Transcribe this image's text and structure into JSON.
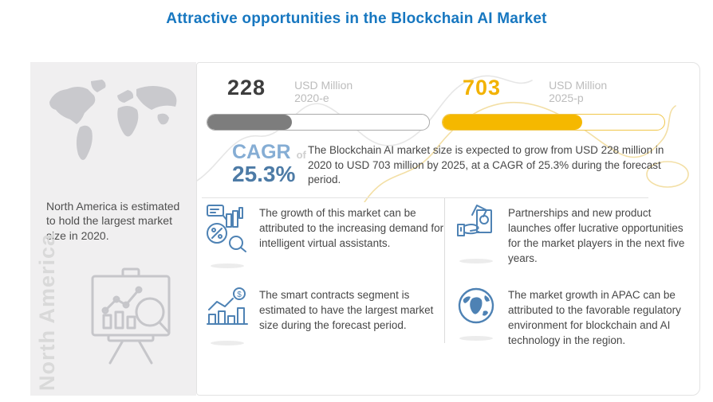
{
  "page": {
    "title": "Attractive opportunities in the Blockchain AI  Market"
  },
  "colors": {
    "title_blue": "#1777c0",
    "cagr_light_blue": "#85add4",
    "cagr_blue": "#4d7ba6",
    "bar_gray": "#7d7d7d",
    "bar_gold": "#f5b800",
    "value_gold": "#f2b200",
    "icon_blue": "#4e82b4",
    "sidebar_gray": "#f0eff0"
  },
  "sidebar": {
    "region_note": "North America is estimated to hold the largest market size in 2020.",
    "region_label": "North America"
  },
  "stats": [
    {
      "value": "228",
      "unit": "USD Million",
      "year": "2020-e",
      "fill_pct": 38
    },
    {
      "value": "703",
      "unit": "USD Million",
      "year": "2025-p",
      "fill_pct": 63
    }
  ],
  "cagr": {
    "label": "CAGR",
    "of": "of",
    "value": "25.3%",
    "description": "The Blockchain AI market size is expected to grow from USD 228 million in 2020 to USD 703 million by 2025, at a CAGR of 25.3% during the forecast period."
  },
  "insights": [
    {
      "icon": "market-analysis-icon",
      "text": "The growth of this market can be attributed to the increasing demand for intelligent virtual assistants."
    },
    {
      "icon": "money-hand-icon",
      "text": "Partnerships and new product launches offer lucrative opportunities for the market players in the next  five years."
    },
    {
      "icon": "growth-chart-dollar-icon",
      "text": "The smart contracts segment is estimated to have  the largest market size during the forecast period."
    },
    {
      "icon": "globe-icon",
      "text": "The market growth in APAC can be attributed to the favorable regulatory environment for blockchain and AI technology in the region."
    }
  ],
  "chart_data": {
    "type": "bar",
    "title": "Attractive opportunities in the Blockchain AI Market",
    "categories": [
      "2020-e",
      "2025-p"
    ],
    "values": [
      228,
      703
    ],
    "unit": "USD Million",
    "cagr_pct": 25.3,
    "series_colors": [
      "#7d7d7d",
      "#f5b800"
    ],
    "annotations": [
      "North America is estimated to hold the largest market size in 2020.",
      "The growth of this market can be attributed to the increasing demand for intelligent virtual assistants.",
      "Partnerships and new product launches offer lucrative opportunities for the market players in the next five years.",
      "The smart contracts segment is estimated to have the largest market size during the forecast period.",
      "The market growth in APAC can be attributed to the favorable regulatory environment for blockchain and AI technology in the region."
    ]
  }
}
